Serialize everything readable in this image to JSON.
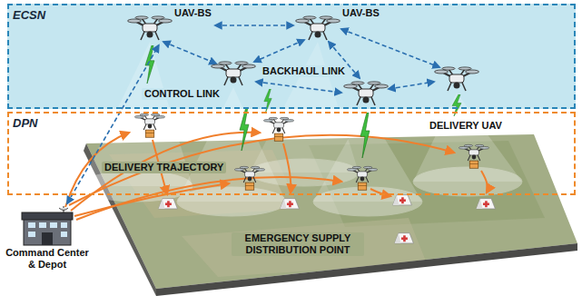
{
  "diagram": {
    "nodes": [
      {
        "text": [
          "ECSN"
        ]
      },
      {
        "text": [
          "UAV-BS"
        ],
        "in": 0
      },
      {
        "text": [
          "UAV-BS"
        ],
        "in": 0
      },
      {
        "text": [
          "DPN"
        ]
      },
      {
        "text": [
          "Command Center & Depot"
        ]
      }
    ],
    "edges": [
      {
        "from": 1,
        "to": 2,
        "arrow": "both"
      },
      {
        "from": 4,
        "to": 1,
        "arrow": "both"
      }
    ],
    "labels": [
      "BACKHAUL LINK",
      "CONTROL LINK",
      "DELIVERY TRAJECTORY",
      "DELIVERY UAV",
      "EMERGENCY SUPPLY DISTRIBUTION POINT"
    ]
  }
}
